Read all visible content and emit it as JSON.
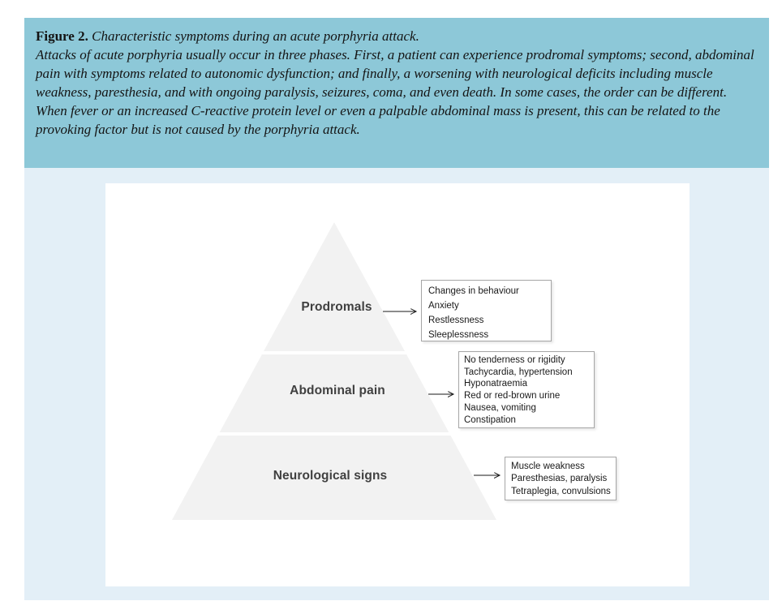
{
  "caption": {
    "label": "Figure 2.",
    "title": "Characteristic symptoms during an acute porphyria attack.",
    "body": "Attacks of acute porphyria usually occur in three phases. First, a patient can experience prodromal symptoms; second, abdominal pain with symptoms related to autonomic dysfunction; and finally, a worsening with neurological deficits including muscle weakness, paresthesia, and with ongoing paralysis, seizures, coma, and even death. In some cases, the order can be different. When fever or an increased C-reactive protein level or even a palpable abdominal mass is present, this can be related to the provoking factor but is not caused by the porphyria attack.",
    "background_color": "#8dc8d8"
  },
  "diagram": {
    "type": "pyramid",
    "background_color": "#e3eff7",
    "panel_color": "#ffffff",
    "pyramid_fill": "#f2f2f2",
    "label_color": "#404040",
    "tiers": [
      {
        "label": "Prodromals",
        "symptoms": [
          "Changes in behaviour",
          "Anxiety",
          "Restlessness",
          "Sleeplessness"
        ]
      },
      {
        "label": "Abdominal pain",
        "symptoms": [
          "No tenderness or rigidity",
          "Tachycardia, hypertension",
          "Hyponatraemia",
          "Red or red-brown urine",
          "Nausea, vomiting",
          "Constipation"
        ]
      },
      {
        "label": "Neurological signs",
        "symptoms": [
          "Muscle weakness",
          "Paresthesias, paralysis",
          "Tetraplegia, convulsions"
        ]
      }
    ]
  }
}
